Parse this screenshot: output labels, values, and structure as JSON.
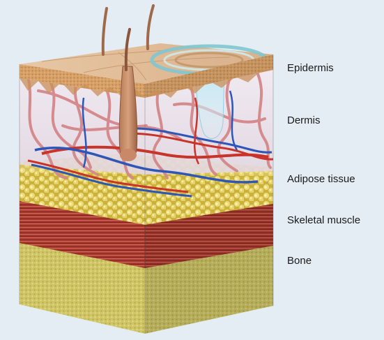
{
  "labels": {
    "epidermis": "Epidermis",
    "dermis": "Dermis",
    "adipose": "Adipose tissue",
    "muscle": "Skeletal muscle",
    "bone": "Bone"
  },
  "colors": {
    "background": "#e4edf4",
    "epidermis": "#d9a675",
    "dermis": "#efe4ec",
    "adipose": "#e3cf5a",
    "muscle": "#a73a2e",
    "bone": "#d4cc6e",
    "artery": "#c8332a",
    "vein": "#2e55b8",
    "nerve_tubules": "#d4878a",
    "sweat_gland": "#9fd9ea"
  }
}
